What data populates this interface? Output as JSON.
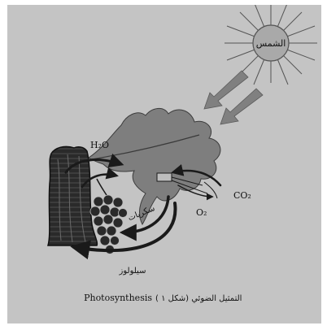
{
  "figure": {
    "labels": {
      "sun": "الشمس",
      "water": "H₂O",
      "carbon_dioxide": "CO₂",
      "oxygen": "O₂",
      "sugar": "سكريات",
      "cellulose": "سيلولوز"
    },
    "caption": {
      "arabic": "( شكل ١) التمثيل الضوئي",
      "english": "Photosynthesis"
    }
  }
}
